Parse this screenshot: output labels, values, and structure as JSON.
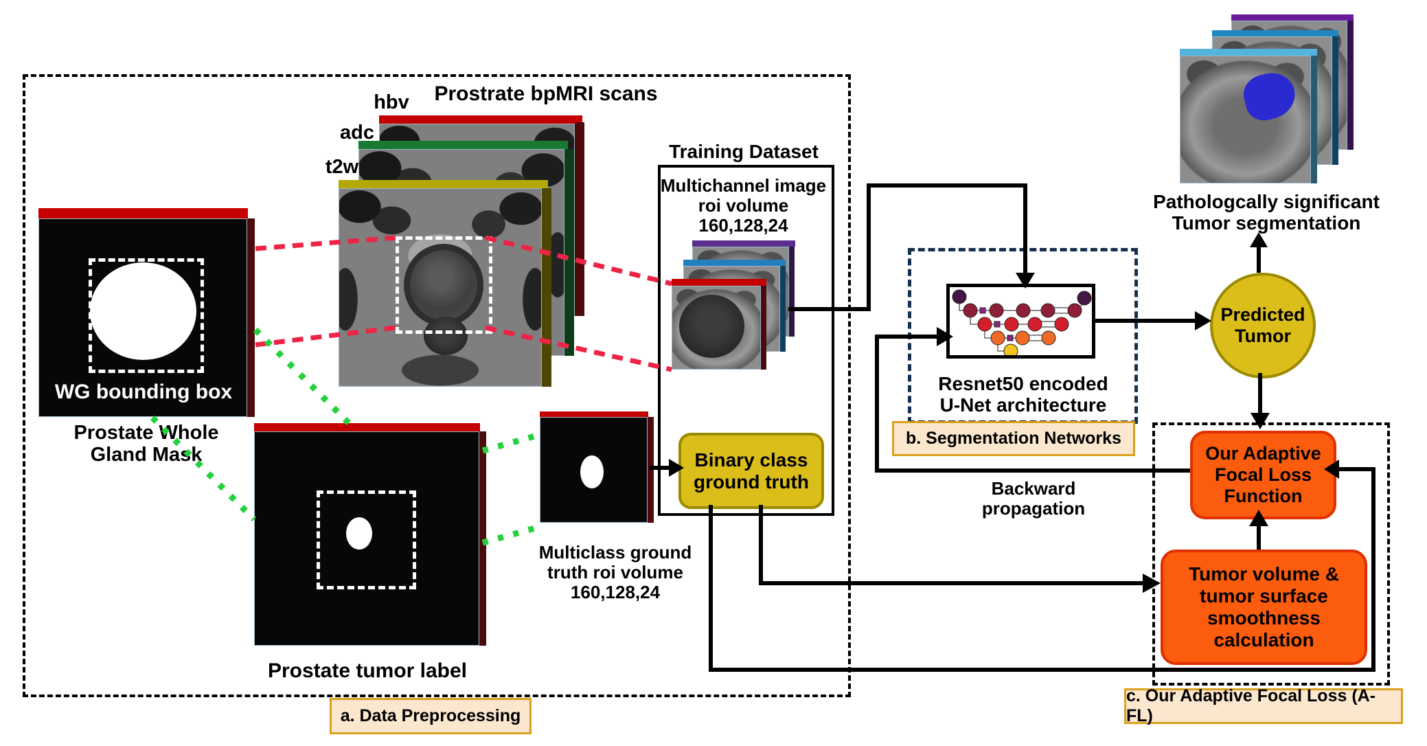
{
  "sections": {
    "a": {
      "label": "a. Data Preprocessing"
    },
    "b": {
      "label": "b. Segmentation Networks"
    },
    "c": {
      "label": "c. Our Adaptive Focal Loss (A-FL)"
    }
  },
  "bpmri": {
    "title": "Prostrate bpMRI scans",
    "layers": [
      "hbv",
      "adc",
      "t2w"
    ]
  },
  "wg_mask": {
    "overlay_label": "WG bounding box",
    "caption_line1": "Prostate Whole",
    "caption_line2": "Gland Mask"
  },
  "tumor_label": {
    "caption": "Prostate tumor label"
  },
  "multiclass_roi": {
    "caption_line1": "Multiclass ground",
    "caption_line2": "truth roi volume",
    "caption_line3": "160,128,24"
  },
  "training": {
    "title": "Training Dataset",
    "line1": "Multichannel image",
    "line2": "roi volume",
    "line3": "160,128,24"
  },
  "binary_gt": {
    "line1": "Binary class",
    "line2": "ground truth"
  },
  "unet": {
    "line1": "Resnet50 encoded",
    "line2": "U-Net architecture"
  },
  "backprop": {
    "line1": "Backward",
    "line2": "propagation"
  },
  "predicted": {
    "line1": "Predicted",
    "line2": "Tumor"
  },
  "seg_result": {
    "line1": "Pathologcally significant",
    "line2": "Tumor segmentation"
  },
  "afl": {
    "line1": "Our Adaptive",
    "line2": "Focal Loss",
    "line3": "Function"
  },
  "tumor_volume": {
    "line1": "Tumor volume &",
    "line2": "tumor surface",
    "line3": "smoothness",
    "line4": "calculation"
  },
  "colors": {
    "hbv_bar": "#c40000",
    "adc_bar": "#187a32",
    "t2w_bar": "#b3a805",
    "stack_back_bar": "#5b2d8e",
    "stack_mid_bar": "#2380bf",
    "stack_front_bar": "#c40000",
    "seg_back_bar": "#6a1b9a",
    "seg_mid_bar": "#1f86c0",
    "seg_front_bar": "#56b3dd",
    "yellow_node": "#dcbe1b",
    "orange_node": "#fb5c0d",
    "label_fill": "#fbe7cd",
    "label_border": "#d8a01d",
    "red_link": "#ee2447",
    "green_link": "#23d13c",
    "navy_dash": "#16304f",
    "tumor_overlay": "#2a2ad0"
  }
}
